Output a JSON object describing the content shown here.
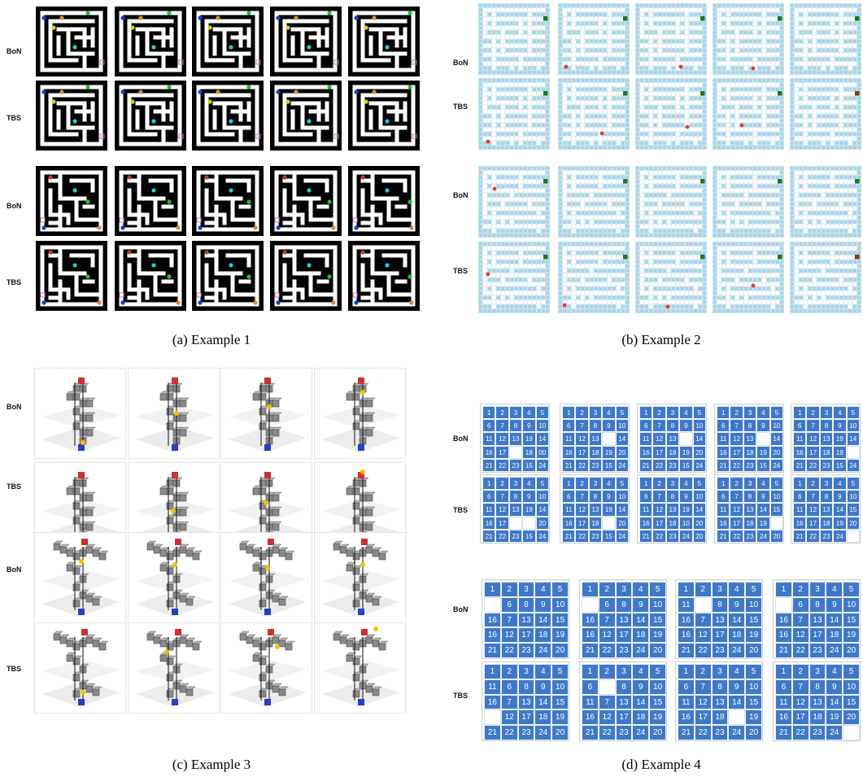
{
  "captions": {
    "a": "(a) Example 1",
    "b": "(b) Example 2",
    "c": "(c) Example 3",
    "d": "(d) Example 4"
  },
  "row_labels": {
    "a": [
      "BoN",
      "TBS",
      "BoN",
      "TBS"
    ],
    "b": [
      "BoN",
      "TBS",
      "BoN",
      "TBS"
    ],
    "c": [
      "BoN",
      "TBS",
      "BoN",
      "TBS"
    ],
    "d": [
      "BoN",
      "TBS",
      "BoN",
      "TBS"
    ]
  },
  "colors": {
    "maze_wall": "#000000",
    "maze_floor": "#ffffff",
    "grid_wall": "#a9d3e6",
    "goal": "#1a7a1a",
    "agent": "#e53935",
    "cube": "#8a8a8a",
    "top": "#d32f2f",
    "bottom": "#2340c8",
    "marker": "#f2c200",
    "tile": "#3f78c8"
  },
  "puzzles": {
    "grid5_a": [
      [
        [
          "1",
          "2",
          "3",
          "4",
          "5",
          "6",
          "7",
          "8",
          "9",
          "10",
          "11",
          "12",
          "13",
          "19",
          "14",
          "16",
          "17",
          "",
          "18",
          "00",
          "21",
          "22",
          "23",
          "15",
          "24"
        ],
        [
          "1",
          "2",
          "3",
          "4",
          "5",
          "6",
          "7",
          "8",
          "9",
          "10",
          "11",
          "12",
          "13",
          "",
          "14",
          "16",
          "17",
          "18",
          "19",
          "20",
          "21",
          "22",
          "23",
          "15",
          "24"
        ],
        [
          "1",
          "2",
          "3",
          "4",
          "5",
          "6",
          "7",
          "8",
          "9",
          "10",
          "11",
          "12",
          "13",
          "",
          "14",
          "16",
          "17",
          "18",
          "19",
          "20",
          "21",
          "22",
          "23",
          "15",
          "24"
        ],
        [
          "1",
          "2",
          "3",
          "4",
          "5",
          "6",
          "7",
          "8",
          "9",
          "10",
          "11",
          "12",
          "13",
          "",
          "14",
          "16",
          "17",
          "18",
          "19",
          "20",
          "21",
          "22",
          "23",
          "15",
          "24"
        ],
        [
          "1",
          "2",
          "3",
          "4",
          "5",
          "6",
          "7",
          "8",
          "9",
          "10",
          "11",
          "12",
          "13",
          "19",
          "14",
          "16",
          "17",
          "18",
          "19",
          "",
          "21",
          "22",
          "23",
          "15",
          "24"
        ]
      ],
      [
        [
          "1",
          "2",
          "3",
          "4",
          "5",
          "6",
          "7",
          "8",
          "9",
          "10",
          "11",
          "12",
          "13",
          "19",
          "14",
          "16",
          "17",
          "",
          "",
          "20",
          "21",
          "22",
          "23",
          "15",
          "24"
        ],
        [
          "1",
          "2",
          "3",
          "4",
          "5",
          "6",
          "7",
          "8",
          "9",
          "10",
          "11",
          "12",
          "13",
          "19",
          "14",
          "16",
          "17",
          "18",
          "",
          "20",
          "21",
          "22",
          "23",
          "15",
          "24"
        ],
        [
          "1",
          "2",
          "3",
          "4",
          "5",
          "6",
          "7",
          "8",
          "9",
          "10",
          "11",
          "12",
          "13",
          "19",
          "14",
          "16",
          "17",
          "18",
          "10",
          "20",
          "21",
          "22",
          "23",
          "24",
          "20"
        ],
        [
          "1",
          "2",
          "3",
          "4",
          "5",
          "6",
          "7",
          "8",
          "9",
          "10",
          "11",
          "12",
          "13",
          "14",
          "15",
          "16",
          "17",
          "18",
          "19",
          "",
          "21",
          "22",
          "23",
          "24",
          "20"
        ],
        [
          "1",
          "2",
          "3",
          "4",
          "5",
          "6",
          "7",
          "8",
          "9",
          "10",
          "11",
          "12",
          "13",
          "14",
          "15",
          "16",
          "17",
          "18",
          "19",
          "20",
          "21",
          "22",
          "23",
          "24",
          ""
        ]
      ]
    ],
    "grid5_b": [
      [
        [
          "1",
          "2",
          "3",
          "4",
          "5",
          "",
          "6",
          "8",
          "9",
          "10",
          "16",
          "7",
          "13",
          "14",
          "15",
          "16",
          "12",
          "17",
          "18",
          "19",
          "21",
          "22",
          "23",
          "24",
          "20"
        ],
        [
          "1",
          "2",
          "3",
          "4",
          "5",
          "",
          "6",
          "8",
          "9",
          "10",
          "16",
          "7",
          "13",
          "14",
          "15",
          "16",
          "12",
          "17",
          "18",
          "19",
          "21",
          "22",
          "23",
          "24",
          "20"
        ],
        [
          "1",
          "2",
          "3",
          "4",
          "5",
          "11",
          "",
          "8",
          "9",
          "10",
          "16",
          "7",
          "13",
          "14",
          "15",
          "16",
          "12",
          "17",
          "18",
          "19",
          "21",
          "22",
          "23",
          "24",
          "20"
        ],
        [
          "1",
          "2",
          "3",
          "4",
          "5",
          "",
          "6",
          "8",
          "9",
          "10",
          "16",
          "7",
          "13",
          "14",
          "15",
          "16",
          "12",
          "17",
          "18",
          "19",
          "21",
          "22",
          "23",
          "24",
          "20"
        ]
      ],
      [
        [
          "1",
          "2",
          "3",
          "4",
          "5",
          "11",
          "6",
          "8",
          "9",
          "10",
          "16",
          "7",
          "13",
          "14",
          "15",
          "",
          "12",
          "17",
          "18",
          "19",
          "21",
          "22",
          "23",
          "24",
          "20"
        ],
        [
          "1",
          "2",
          "3",
          "4",
          "5",
          "6",
          "",
          "8",
          "9",
          "10",
          "11",
          "7",
          "13",
          "14",
          "15",
          "16",
          "12",
          "17",
          "18",
          "19",
          "21",
          "22",
          "23",
          "24",
          "20"
        ],
        [
          "1",
          "2",
          "3",
          "4",
          "5",
          "6",
          "7",
          "8",
          "9",
          "10",
          "11",
          "12",
          "13",
          "14",
          "15",
          "16",
          "17",
          "18",
          "",
          "19",
          "21",
          "22",
          "23",
          "24",
          "20"
        ],
        [
          "1",
          "2",
          "3",
          "4",
          "5",
          "6",
          "7",
          "8",
          "9",
          "10",
          "11",
          "12",
          "13",
          "14",
          "15",
          "16",
          "17",
          "18",
          "19",
          "20",
          "21",
          "22",
          "23",
          "24",
          ""
        ]
      ]
    ]
  }
}
